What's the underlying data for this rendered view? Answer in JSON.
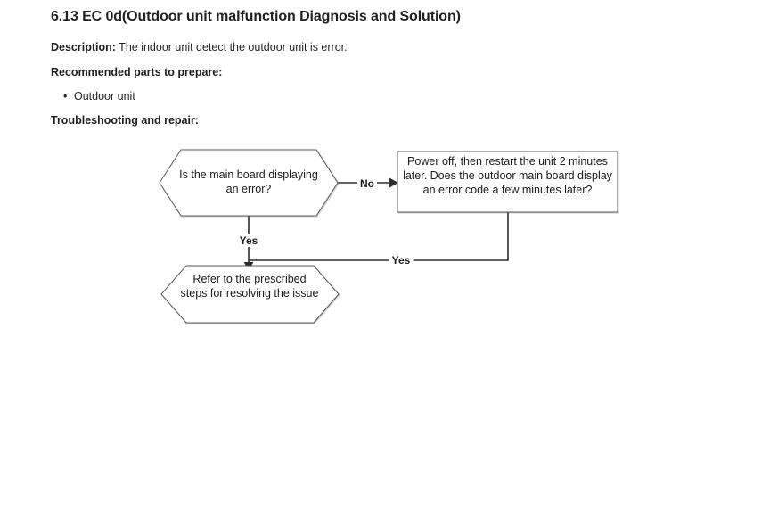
{
  "page": {
    "heading": "6.13  EC 0d(Outdoor unit malfunction Diagnosis and Solution)",
    "description_label": "Description:",
    "description_text": " The indoor unit detect the outdoor unit is error.",
    "recommended_heading": "Recommended parts to prepare:",
    "bullet_marker": "•",
    "bullet_items": [
      "Outdoor unit"
    ],
    "troubleshooting_heading": "Troubleshooting and repair:"
  },
  "flowchart": {
    "decision1": "Is the main board displaying an error?",
    "process1": "Power off, then restart the unit 2 minutes later. Does the outdoor main board display an error code a few minutes later?",
    "decision2": "Refer to the prescribed steps for resolving the issue",
    "label_no": "No",
    "label_yes_down": "Yes",
    "label_yes_across": "Yes",
    "colors": {
      "line": "#2d2d2d",
      "shape_stroke": "#57585c",
      "shape_fill": "#ffffff",
      "text": "#1c1c1c"
    }
  }
}
